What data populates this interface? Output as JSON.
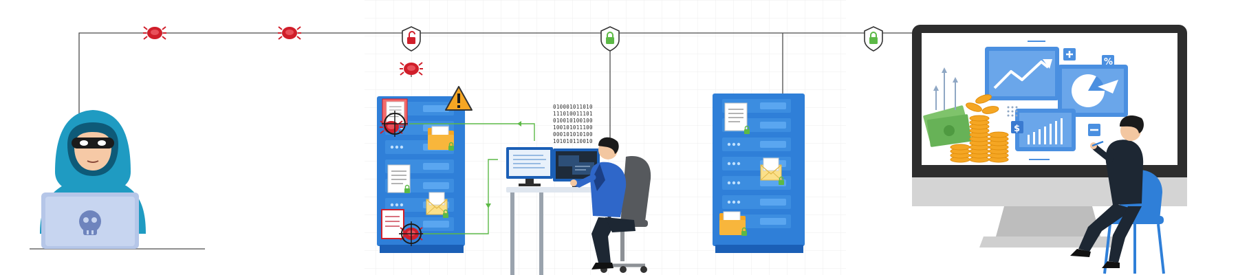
{
  "binary_lines": [
    "010001011010",
    "111010011101",
    "010010100100",
    "100101011100",
    "000101010100",
    "101010110010"
  ],
  "colors": {
    "line": "#4a4a4a",
    "flow": "#5cb946",
    "server": "#2f7fd8",
    "server_dark": "#1b5fb6",
    "bug": "#d01e2a",
    "lock_open": "#d01e2a",
    "lock_closed": "#5cb946",
    "warning": "#f6a623",
    "hoodie": "#1f9bc2",
    "monitor_frame": "#2d2d2d",
    "dashboard_blue": "#4a8fe0",
    "coin": "#f5a623",
    "cash": "#7fc36b"
  },
  "icons": [
    "hacker-icon",
    "bug-icon",
    "open-lock-shield-icon",
    "locked-shield-icon",
    "warning-icon",
    "server-rack-icon",
    "document-icon",
    "folder-icon",
    "envelope-icon",
    "crosshair-icon",
    "analyst-icon",
    "computer-monitor-icon",
    "dashboard-icon",
    "coin-stack-icon",
    "cash-icon",
    "office-chair-icon"
  ]
}
